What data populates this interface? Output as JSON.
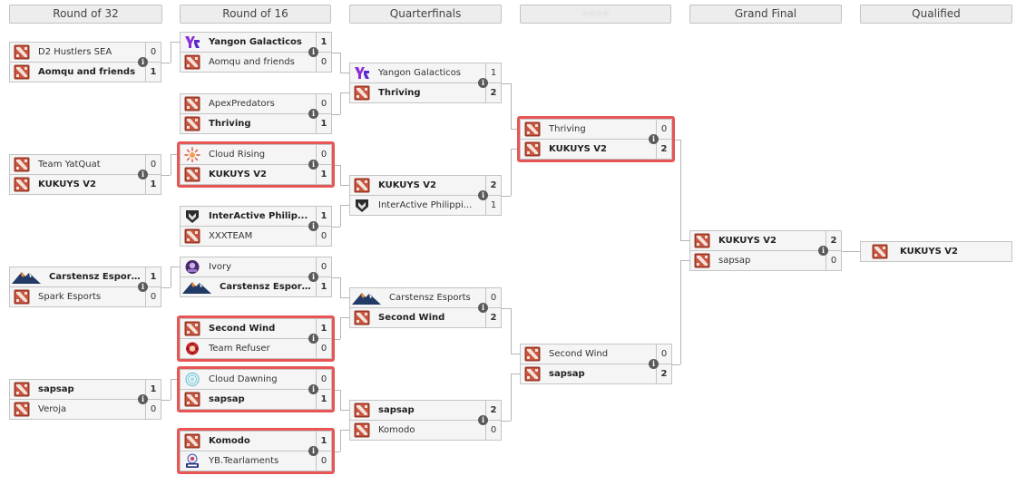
{
  "colors": {
    "highlight": "#e85555",
    "line": "#b5b5b5",
    "header_bg": "#ededed"
  },
  "rounds": [
    {
      "title": "Round of 32"
    },
    {
      "title": "Round of 16"
    },
    {
      "title": "Quarterfinals"
    },
    {
      "title": "· · · ·"
    },
    {
      "title": "Grand Final"
    },
    {
      "title": "Qualified"
    }
  ],
  "logo_icons": {
    "dota": "dota-logo-icon",
    "yangon": "yangon-galacticos-logo-icon",
    "cloud_rising": "cloud-rising-logo-icon",
    "interactive": "interactive-philippines-logo-icon",
    "ivory": "ivory-logo-icon",
    "carstensz": "carstensz-mountain-logo-icon",
    "refuser": "team-refuser-logo-icon",
    "dawning": "cloud-dawning-logo-icon",
    "tearlaments": "yb-tearlaments-logo-icon"
  },
  "matches": [
    {
      "id": "r32-1",
      "teams": [
        {
          "name": "D2 Hustlers SEA",
          "score": "0",
          "logo": "dota",
          "winner": false
        },
        {
          "name": "Aomqu and friends",
          "score": "1",
          "logo": "dota",
          "winner": true
        }
      ]
    },
    {
      "id": "r32-2",
      "teams": [
        {
          "name": "Team YatQuat",
          "score": "0",
          "logo": "dota",
          "winner": false
        },
        {
          "name": "KUKUYS V2",
          "score": "1",
          "logo": "dota",
          "winner": true
        }
      ]
    },
    {
      "id": "r32-3",
      "teams": [
        {
          "name": "Carstensz Esports",
          "score": "1",
          "logo": "carstensz",
          "winner": true
        },
        {
          "name": "Spark Esports",
          "score": "0",
          "logo": "dota",
          "winner": false
        }
      ]
    },
    {
      "id": "r32-4",
      "teams": [
        {
          "name": "sapsap",
          "score": "1",
          "logo": "dota",
          "winner": true
        },
        {
          "name": "Veroja",
          "score": "0",
          "logo": "dota",
          "winner": false
        }
      ]
    },
    {
      "id": "r16-1",
      "teams": [
        {
          "name": "Yangon Galacticos",
          "score": "1",
          "logo": "yangon",
          "winner": true
        },
        {
          "name": "Aomqu and friends",
          "score": "0",
          "logo": "dota",
          "winner": false
        }
      ]
    },
    {
      "id": "r16-2",
      "teams": [
        {
          "name": "ApexPredators",
          "score": "0",
          "logo": "dota",
          "winner": false
        },
        {
          "name": "Thriving",
          "score": "1",
          "logo": "dota",
          "winner": true
        }
      ]
    },
    {
      "id": "r16-3",
      "teams": [
        {
          "name": "Cloud Rising",
          "score": "0",
          "logo": "cloud_rising",
          "winner": false
        },
        {
          "name": "KUKUYS V2",
          "score": "1",
          "logo": "dota",
          "winner": true
        }
      ]
    },
    {
      "id": "r16-4",
      "teams": [
        {
          "name": "InterActive Philip...",
          "score": "1",
          "logo": "interactive",
          "winner": true
        },
        {
          "name": "XXXTEAM",
          "score": "0",
          "logo": "dota",
          "winner": false
        }
      ]
    },
    {
      "id": "r16-5",
      "teams": [
        {
          "name": "Ivory",
          "score": "0",
          "logo": "ivory",
          "winner": false
        },
        {
          "name": "Carstensz Esports",
          "score": "1",
          "logo": "carstensz",
          "winner": true
        }
      ]
    },
    {
      "id": "r16-6",
      "teams": [
        {
          "name": "Second Wind",
          "score": "1",
          "logo": "dota",
          "winner": true
        },
        {
          "name": "Team Refuser",
          "score": "0",
          "logo": "refuser",
          "winner": false
        }
      ]
    },
    {
      "id": "r16-7",
      "teams": [
        {
          "name": "Cloud Dawning",
          "score": "0",
          "logo": "dawning",
          "winner": false
        },
        {
          "name": "sapsap",
          "score": "1",
          "logo": "dota",
          "winner": true
        }
      ]
    },
    {
      "id": "r16-8",
      "teams": [
        {
          "name": "Komodo",
          "score": "1",
          "logo": "dota",
          "winner": true
        },
        {
          "name": "YB.Tearlaments",
          "score": "0",
          "logo": "tearlaments",
          "winner": false
        }
      ]
    },
    {
      "id": "qf-1",
      "teams": [
        {
          "name": "Yangon Galacticos",
          "score": "1",
          "logo": "yangon",
          "winner": false
        },
        {
          "name": "Thriving",
          "score": "2",
          "logo": "dota",
          "winner": true
        }
      ]
    },
    {
      "id": "qf-2",
      "teams": [
        {
          "name": "KUKUYS V2",
          "score": "2",
          "logo": "dota",
          "winner": true
        },
        {
          "name": "InterActive Philippi...",
          "score": "1",
          "logo": "interactive",
          "winner": false
        }
      ]
    },
    {
      "id": "qf-3",
      "teams": [
        {
          "name": "Carstensz Esports",
          "score": "0",
          "logo": "carstensz",
          "winner": false
        },
        {
          "name": "Second Wind",
          "score": "2",
          "logo": "dota",
          "winner": true
        }
      ]
    },
    {
      "id": "qf-4",
      "teams": [
        {
          "name": "sapsap",
          "score": "2",
          "logo": "dota",
          "winner": true
        },
        {
          "name": "Komodo",
          "score": "0",
          "logo": "dota",
          "winner": false
        }
      ]
    },
    {
      "id": "sf-1",
      "teams": [
        {
          "name": "Thriving",
          "score": "0",
          "logo": "dota",
          "winner": false
        },
        {
          "name": "KUKUYS V2",
          "score": "2",
          "logo": "dota",
          "winner": true
        }
      ]
    },
    {
      "id": "sf-2",
      "teams": [
        {
          "name": "Second Wind",
          "score": "0",
          "logo": "dota",
          "winner": false
        },
        {
          "name": "sapsap",
          "score": "2",
          "logo": "dota",
          "winner": true
        }
      ]
    },
    {
      "id": "gf",
      "teams": [
        {
          "name": "KUKUYS V2",
          "score": "2",
          "logo": "dota",
          "winner": true
        },
        {
          "name": "sapsap",
          "score": "0",
          "logo": "dota",
          "winner": false
        }
      ]
    }
  ],
  "qualified": {
    "name": "KUKUYS V2",
    "logo": "dota"
  },
  "highlighted": [
    "r16-3",
    "r16-6",
    "r16-7",
    "r16-8",
    "sf-1"
  ]
}
